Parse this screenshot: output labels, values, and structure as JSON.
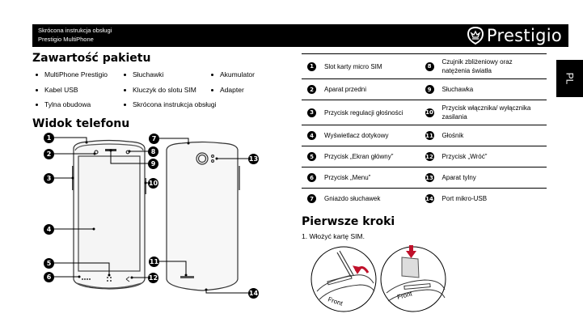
{
  "header": {
    "subtitle_line1": "Skrócona instrukcja obsługi",
    "subtitle_line2": "Prestigio MultiPhone",
    "brand": "Prestigio",
    "brand_icon": "crown-shield-icon"
  },
  "language_tab": "PL",
  "package": {
    "title": "Zawartość pakietu",
    "items": [
      "MultiPhone Prestigio",
      "Słuchawki",
      "Akumulator",
      "Kabel USB",
      "Kluczyk do slotu SIM",
      "Adapter",
      "Tylna obudowa",
      "Skrócona instrukcja obsługi"
    ]
  },
  "phone_view": {
    "title": "Widok telefonu",
    "callouts": [
      "1",
      "2",
      "3",
      "4",
      "5",
      "6",
      "7",
      "8",
      "9",
      "10",
      "11",
      "12",
      "13",
      "14"
    ]
  },
  "parts_table": {
    "rows": [
      {
        "left_num": "1",
        "left": "Slot karty micro SIM",
        "right_num": "8",
        "right": "Czujnik zbliżeniowy oraz natężenia światła"
      },
      {
        "left_num": "2",
        "left": "Aparat przedni",
        "right_num": "9",
        "right": "Słuchawka"
      },
      {
        "left_num": "3",
        "left": "Przycisk regulacji głośności",
        "right_num": "10",
        "right": "Przycisk włącznika/ wyłącznika zasilania"
      },
      {
        "left_num": "4",
        "left": "Wyświetlacz dotykowy",
        "right_num": "11",
        "right": "Głośnik"
      },
      {
        "left_num": "5",
        "left": "Przycisk „Ekran główny”",
        "right_num": "12",
        "right": "Przycisk „Wróć”"
      },
      {
        "left_num": "6",
        "left": "Przycisk „Menu”",
        "right_num": "13",
        "right": "Aparat tylny"
      },
      {
        "left_num": "7",
        "left": "Gniazdo słuchawek",
        "right_num": "14",
        "right": "Port mikro-USB"
      }
    ]
  },
  "first_steps": {
    "title": "Pierwsze kroki",
    "step1": "1. Włożyć kartę SIM.",
    "illustration_label": "Front"
  }
}
